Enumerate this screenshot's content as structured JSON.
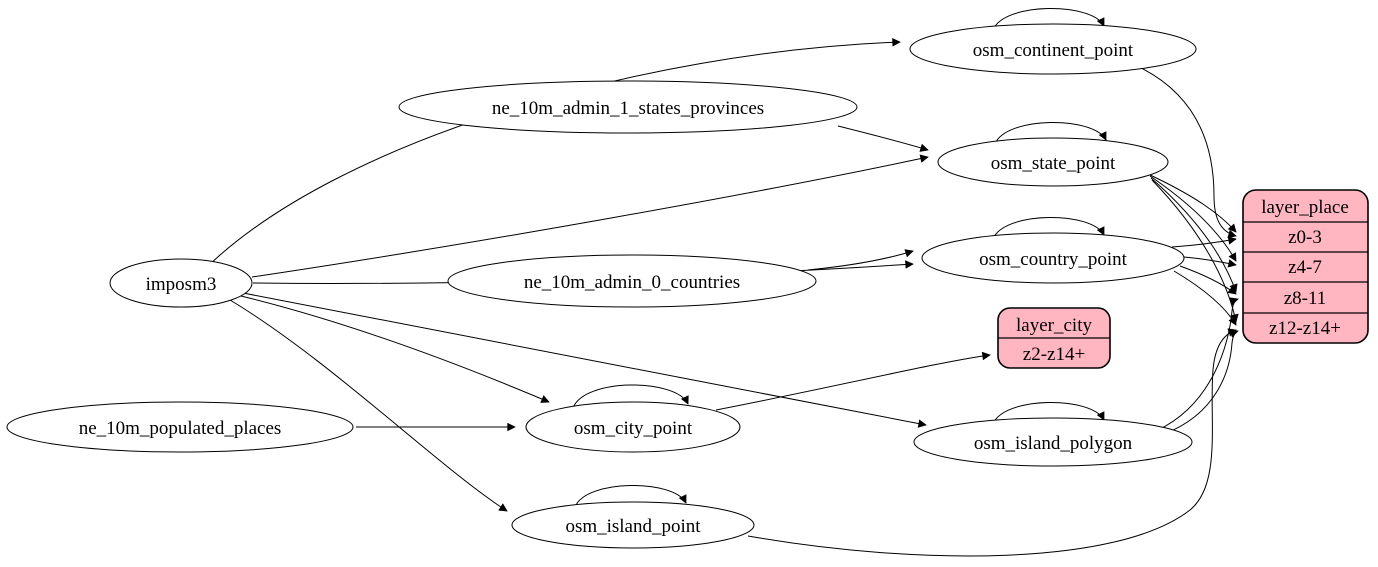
{
  "diagram": {
    "type": "graphviz-dataflow",
    "background": "#ffffff",
    "node_fill": "#ffffff",
    "node_stroke": "#000000",
    "record_fill": "#ffb6c1",
    "edge_color": "#000000"
  },
  "nodes": {
    "imposm3": {
      "label": "imposm3",
      "shape": "ellipse"
    },
    "ne_10m_admin_1_states_provinces": {
      "label": "ne_10m_admin_1_states_provinces",
      "shape": "ellipse"
    },
    "ne_10m_admin_0_countries": {
      "label": "ne_10m_admin_0_countries",
      "shape": "ellipse"
    },
    "ne_10m_populated_places": {
      "label": "ne_10m_populated_places",
      "shape": "ellipse"
    },
    "osm_continent_point": {
      "label": "osm_continent_point",
      "shape": "ellipse",
      "self_loop": true
    },
    "osm_state_point": {
      "label": "osm_state_point",
      "shape": "ellipse",
      "self_loop": true
    },
    "osm_country_point": {
      "label": "osm_country_point",
      "shape": "ellipse",
      "self_loop": true
    },
    "osm_city_point": {
      "label": "osm_city_point",
      "shape": "ellipse",
      "self_loop": true
    },
    "osm_island_polygon": {
      "label": "osm_island_polygon",
      "shape": "ellipse",
      "self_loop": true
    },
    "osm_island_point": {
      "label": "osm_island_point",
      "shape": "ellipse",
      "self_loop": true
    },
    "layer_city": {
      "title": "layer_city",
      "rows": [
        "z2-z14+"
      ],
      "shape": "record"
    },
    "layer_place": {
      "title": "layer_place",
      "rows": [
        "z0-3",
        "z4-7",
        "z8-11",
        "z12-z14+"
      ],
      "shape": "record"
    }
  },
  "edges": [
    {
      "from": "imposm3",
      "to": "osm_continent_point"
    },
    {
      "from": "imposm3",
      "to": "osm_state_point"
    },
    {
      "from": "imposm3",
      "to": "osm_country_point"
    },
    {
      "from": "imposm3",
      "to": "osm_city_point"
    },
    {
      "from": "imposm3",
      "to": "osm_island_polygon"
    },
    {
      "from": "imposm3",
      "to": "osm_island_point"
    },
    {
      "from": "ne_10m_admin_1_states_provinces",
      "to": "osm_state_point"
    },
    {
      "from": "ne_10m_admin_0_countries",
      "to": "osm_country_point"
    },
    {
      "from": "ne_10m_populated_places",
      "to": "osm_city_point"
    },
    {
      "from": "osm_continent_point",
      "to": "osm_continent_point"
    },
    {
      "from": "osm_state_point",
      "to": "osm_state_point"
    },
    {
      "from": "osm_country_point",
      "to": "osm_country_point"
    },
    {
      "from": "osm_city_point",
      "to": "osm_city_point"
    },
    {
      "from": "osm_island_polygon",
      "to": "osm_island_polygon"
    },
    {
      "from": "osm_island_point",
      "to": "osm_island_point"
    },
    {
      "from": "osm_city_point",
      "to": "layer_city",
      "to_row": "z2-z14+"
    },
    {
      "from": "osm_continent_point",
      "to": "layer_place",
      "to_row": "z0-3"
    },
    {
      "from": "osm_state_point",
      "to": "layer_place",
      "to_row": "z0-3"
    },
    {
      "from": "osm_state_point",
      "to": "layer_place",
      "to_row": "z4-7"
    },
    {
      "from": "osm_state_point",
      "to": "layer_place",
      "to_row": "z8-11"
    },
    {
      "from": "osm_state_point",
      "to": "layer_place",
      "to_row": "z12-z14+"
    },
    {
      "from": "osm_country_point",
      "to": "layer_place",
      "to_row": "z0-3"
    },
    {
      "from": "osm_country_point",
      "to": "layer_place",
      "to_row": "z4-7"
    },
    {
      "from": "osm_country_point",
      "to": "layer_place",
      "to_row": "z8-11"
    },
    {
      "from": "osm_country_point",
      "to": "layer_place",
      "to_row": "z12-z14+"
    },
    {
      "from": "osm_island_polygon",
      "to": "layer_place",
      "to_row": "z8-11"
    },
    {
      "from": "osm_island_polygon",
      "to": "layer_place",
      "to_row": "z12-z14+"
    },
    {
      "from": "osm_island_point",
      "to": "layer_place",
      "to_row": "z12-z14+"
    }
  ]
}
